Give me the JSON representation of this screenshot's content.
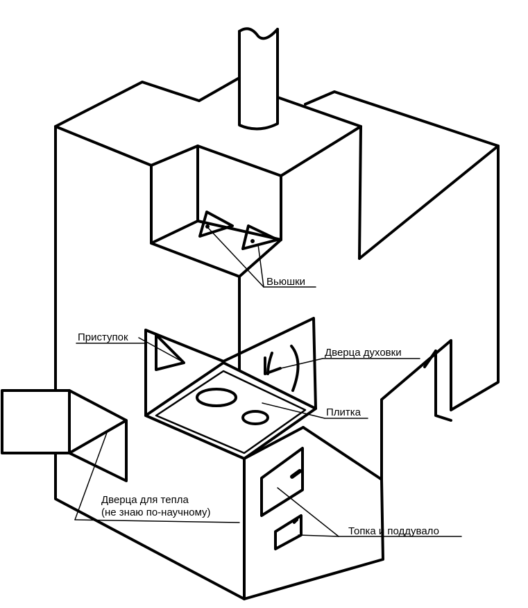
{
  "diagram": {
    "type": "stove-sketch",
    "labels": {
      "vyushki": "Вьюшки",
      "pristupok": "Приступок",
      "oven_door": "Дверца духовки",
      "plitka": "Плитка",
      "heat_door_line1": "Дверца для тепла",
      "heat_door_line2": "(не знаю по-научному)",
      "firebox": "Топка и поддувало"
    },
    "colors": {
      "stroke": "#000000",
      "background": "#ffffff"
    }
  }
}
